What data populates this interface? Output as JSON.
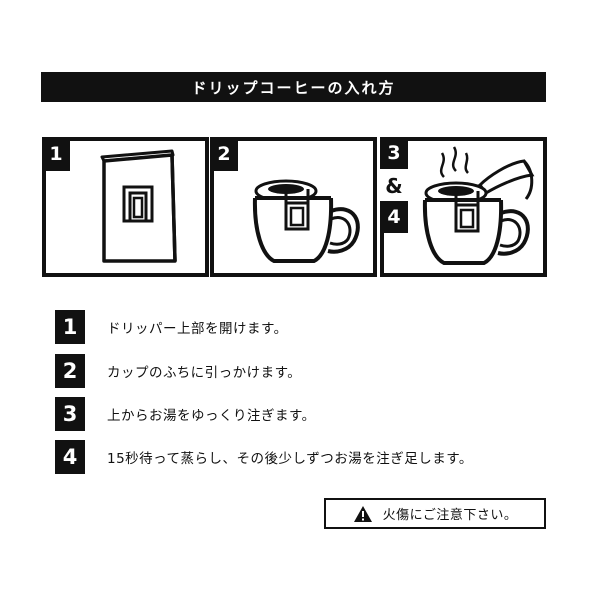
{
  "header": {
    "title": "ドリップコーヒーの入れ方"
  },
  "panels": {
    "p1": {
      "num": "1"
    },
    "p2": {
      "num": "2"
    },
    "p3": {
      "num_top": "3",
      "amp": "&",
      "num_bottom": "4"
    }
  },
  "steps": [
    {
      "num": "1",
      "text": "ドリッパー上部を開けます。"
    },
    {
      "num": "2",
      "text": "カップのふちに引っかけます。"
    },
    {
      "num": "3",
      "text": "上からお湯をゆっくり注ぎます。"
    },
    {
      "num": "4",
      "text": "15秒待って蒸らし、その後少しずつお湯を注ぎ足します。"
    }
  ],
  "warning": {
    "icon": "warning-triangle-icon",
    "text": "火傷にご注意下さい。"
  },
  "colors": {
    "ink": "#111111",
    "paper": "#ffffff"
  }
}
